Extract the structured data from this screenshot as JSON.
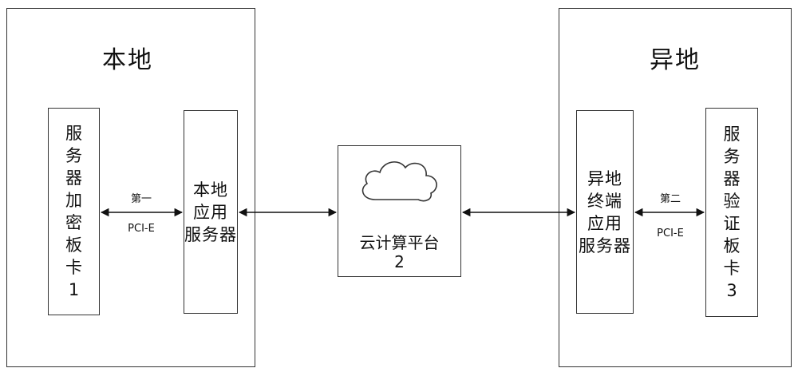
{
  "local": {
    "title": "本地",
    "card": {
      "label": "服务器加密板卡1"
    },
    "server": {
      "label": "本地应用服务器"
    },
    "link": {
      "top": "第一",
      "bottom": "PCI-E"
    }
  },
  "remote": {
    "title": "异地",
    "server": {
      "label": "异地终端应用服务器"
    },
    "card": {
      "label": "服务器验证板卡3"
    },
    "link": {
      "top": "第二",
      "bottom": "PCI-E"
    }
  },
  "cloud": {
    "label": "云计算平台",
    "number": "2",
    "icon": "cloud-icon"
  }
}
